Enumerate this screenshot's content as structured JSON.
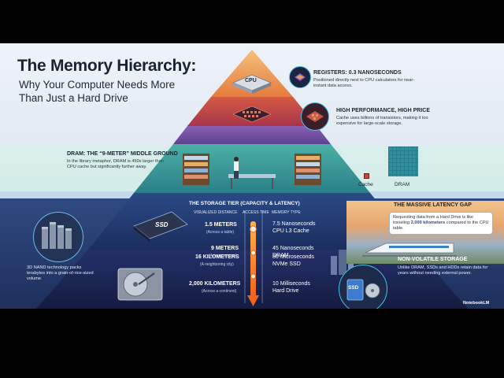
{
  "header": {
    "title": "The Memory Hierarchy:",
    "subtitle": "Why Your Computer Needs More Than Just a Hard Drive"
  },
  "registers": {
    "chip_label": "CPU",
    "heading": "REGISTERS: 0.3 NANOSECONDS",
    "text": "Positioned directly next to CPU calculators for near-instant data access."
  },
  "cache": {
    "heading": "HIGH PERFORMANCE, HIGH PRICE",
    "text": "Cache uses billions of transistors, making it too expensive for large-scale storage.",
    "legend_cache": "Cache",
    "legend_dram": "DRAM"
  },
  "dram": {
    "heading": "DRAM: THE “9-METER” MIDDLE GROUND",
    "text": "In the library metaphor, DRAM is 450x larger than CPU cache but significantly further away."
  },
  "storage_tier": {
    "heading": "THE STORAGE TIER (CAPACITY & LATENCY)",
    "col_distance": "VISUALIZED DISTANCE",
    "col_access": "ACCESS TIME",
    "col_type": "MEMORY TYPE",
    "rows": [
      {
        "distance": "1.5 METERS",
        "note": "(Across a table)",
        "time": "7.5 Nanoseconds",
        "type": "CPU L3 Cache"
      },
      {
        "distance": "9 METERS",
        "note": "(Across a room)",
        "time": "45 Nanoseconds",
        "type": "DRAM"
      },
      {
        "distance": "16 KILOMETERS",
        "note": "(A neighboring city)",
        "time": "80 Microseconds",
        "type": "NVMe SSD"
      },
      {
        "distance": "2,000 KILOMETERS",
        "note": "(Across a continent)",
        "time": "10 Milliseconds",
        "type": "Hard Drive"
      }
    ]
  },
  "latency_gap": {
    "heading": "THE MASSIVE LATENCY GAP",
    "text_before": "Requesting data from a Hard Drive is like traveling ",
    "text_bold": "2,000 kilometers",
    "text_after": " compared to the CPU table."
  },
  "nand": {
    "ssd_label": "SSD",
    "text": "3D NAND technology packs terabytes into a grain-of-rice-sized volume."
  },
  "non_volatile": {
    "heading": "NON-VOLATILE STORAGE",
    "text": "Unlike DRAM, SSDs and HDDs retain data for years without needing external power.",
    "ssd_label": "SSD"
  },
  "brand": "NotebookLM",
  "colors": {
    "pyramid_top": "#f0a25a",
    "pyramid_red": "#c9483f",
    "pyramid_purple": "#6f4c9e",
    "pyramid_teal": "#2f8f89",
    "storage_band": "#243a6a",
    "storage_deep": "#1a2550",
    "accent_cyan": "#48c1e8",
    "arrow_orange": "#f08a24"
  }
}
